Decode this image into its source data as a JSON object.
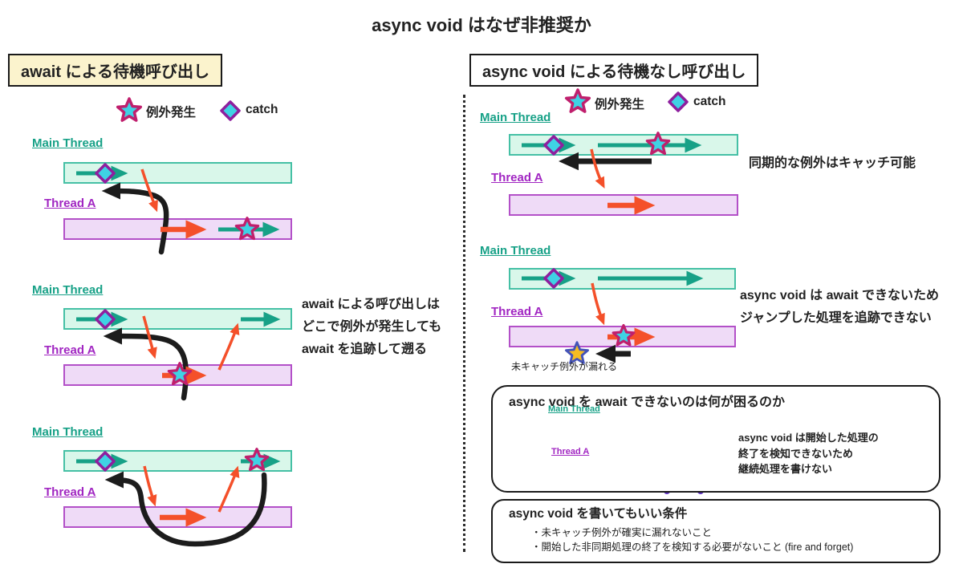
{
  "title": "async void はなぜ非推奨か",
  "labels": {
    "main_thread": "Main Thread",
    "thread_a": "Thread A"
  },
  "legend": {
    "exception": "例外発生",
    "catch": "catch"
  },
  "left_panel": {
    "header": "await による待機呼び出し",
    "annotation": [
      "await による呼び出しは",
      "どこで例外が発生しても",
      "await を追跡して遡る"
    ]
  },
  "right_panel": {
    "header": "async void による待機なし呼び出し",
    "diagram1": {
      "annotation": "同期的な例外はキャッチ可能"
    },
    "diagram2": {
      "caption": "未キャッチ例外が漏れる",
      "annotation": [
        "async void は await できないため",
        "ジャンプした処理を追跡できない"
      ]
    },
    "box1": {
      "title": "async void を await できないのは何が困るのか",
      "note": [
        "async void は開始した処理の",
        "終了を検知できないため",
        "継続処理を書けない"
      ]
    },
    "box2": {
      "title": "async void を書いてもいい条件",
      "bullets": [
        "・未キャッチ例外が確実に漏れないこと",
        "・開始した非同期処理の終了を検知する必要がないこと (fire and forget)"
      ]
    }
  },
  "colors": {
    "teal": "#17a187",
    "purple": "#a126c2",
    "orange": "#f4502a",
    "black_arrow": "#1c1c1c",
    "mint_fill": "#d9f7ea",
    "mint_border": "#45c0a5",
    "lavender_fill": "#efdbf7",
    "lavender_border": "#b350c8",
    "star_fill": "#3fd2e4",
    "star_border": "#c01f6d",
    "diamond_border": "#8e1f9e",
    "uncaught_star_fill": "#f5bc23",
    "uncaught_star_border": "#4453b8",
    "cross": "#5b2fbf",
    "header_bg": "#fbf3cd"
  }
}
